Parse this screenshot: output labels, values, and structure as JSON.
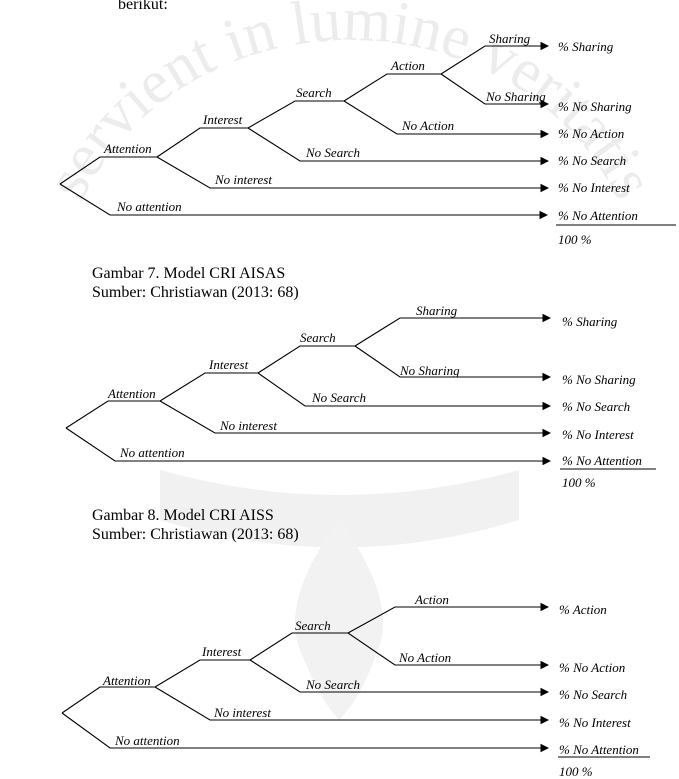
{
  "intro_text": "berikut:",
  "watermark": {
    "text": "servient in lumine veritatis",
    "color": "#e9e9e9"
  },
  "figure1": {
    "nodes": {
      "attention": "Attention",
      "interest": "Interest",
      "search": "Search",
      "action": "Action",
      "sharing": "Sharing",
      "no_sharing": "No Sharing",
      "no_action": "No Action",
      "no_search": "No Search",
      "no_interest": "No interest",
      "no_attention": "No attention"
    },
    "outcomes": {
      "sharing": "% Sharing",
      "no_sharing": "% No Sharing",
      "no_action": "% No Action",
      "no_search": "% No Search",
      "no_interest": "% No Interest",
      "no_attention": "% No Attention",
      "total": "100 %"
    },
    "caption": "Gambar 7. Model CRI AISAS",
    "source": "Sumber: Christiawan (2013: 68)"
  },
  "figure2": {
    "nodes": {
      "attention": "Attention",
      "interest": "Interest",
      "search": "Search",
      "sharing": "Sharing",
      "no_sharing": "No Sharing",
      "no_search": "No Search",
      "no_interest": "No interest",
      "no_attention": "No attention"
    },
    "outcomes": {
      "sharing": "% Sharing",
      "no_sharing": "% No Sharing",
      "no_search": "% No Search",
      "no_interest": "% No Interest",
      "no_attention": "% No Attention",
      "total": "100 %"
    },
    "caption": "Gambar 8. Model CRI AISS",
    "source": "Sumber: Christiawan (2013: 68)"
  },
  "figure3": {
    "nodes": {
      "attention": "Attention",
      "interest": "Interest",
      "search": "Search",
      "action": "Action",
      "no_action": "No Action",
      "no_search": "No Search",
      "no_interest": "No interest",
      "no_attention": "No attention"
    },
    "outcomes": {
      "action": "% Action",
      "no_action": "% No Action",
      "no_search": "% No Search",
      "no_interest": "% No Interest",
      "no_attention": "% No Attention",
      "total": "100 %"
    }
  }
}
